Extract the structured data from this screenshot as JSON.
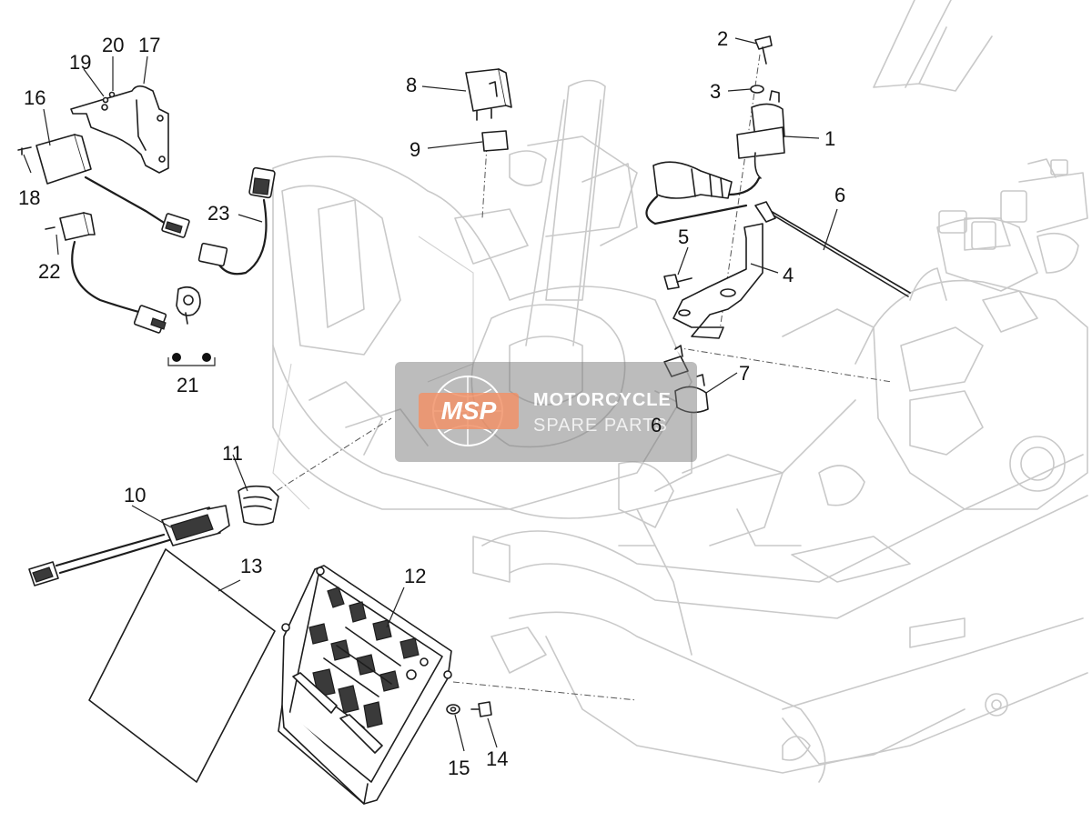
{
  "callouts": {
    "c1": "1",
    "c2": "2",
    "c3": "3",
    "c4": "4",
    "c5": "5",
    "c6a": "6",
    "c6b": "6",
    "c7": "7",
    "c8": "8",
    "c9": "9",
    "c10": "10",
    "c11": "11",
    "c12": "12",
    "c13": "13",
    "c14": "14",
    "c15": "15",
    "c16": "16",
    "c17": "17",
    "c18": "18",
    "c19": "19",
    "c20": "20",
    "c21": "21",
    "c22": "22",
    "c23": "23"
  },
  "watermark": {
    "logo": "MSP",
    "line1": "MOTORCYCLE",
    "line2": "SPARE PARTS",
    "accent_color": "#f08a5d",
    "panel_color": "#7a7a7a"
  }
}
